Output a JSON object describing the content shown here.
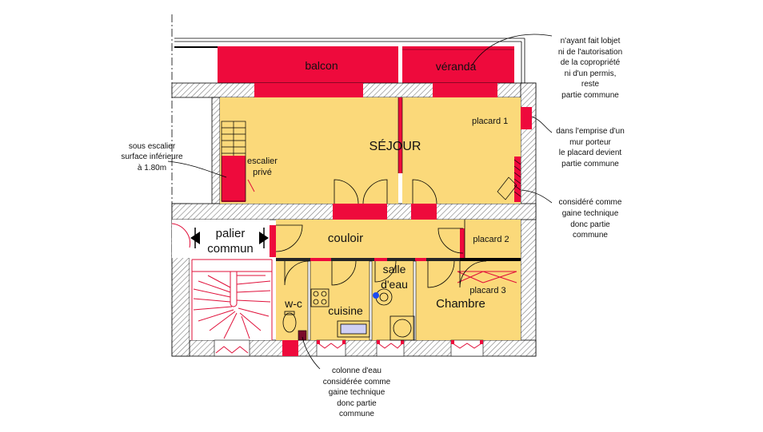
{
  "rooms": {
    "balcon": "balcon",
    "veranda": "véranda",
    "sejour": "SÉJOUR",
    "placard1": "placard 1",
    "placard2": "placard 2",
    "placard3": "placard 3",
    "escalier_line1": "escalier",
    "escalier_line2": "privé",
    "couloir": "couloir",
    "palier_line1": "palier",
    "palier_line2": "commun",
    "salle_line1": "salle",
    "salle_line2": "d'eau",
    "wc": "w-c",
    "cuisine": "cuisine",
    "chambre": "Chambre"
  },
  "notes": {
    "veranda": [
      "n'ayant fait lobjet",
      "ni de l'autorisation",
      "de la copropriété",
      "ni d'un permis,",
      "reste",
      "partie commune"
    ],
    "placard": [
      "dans l'emprise d'un",
      "mur porteur",
      "le placard devient",
      "partie commune"
    ],
    "gaine": [
      "considéré comme",
      "gaine technique",
      "donc partie",
      "commune"
    ],
    "escalier": [
      "sous escalier",
      "surface inférieure",
      "à 1.80m"
    ],
    "colonne": [
      "colonne d'eau",
      "considérée comme",
      "gaine technique",
      "donc partie",
      "commune"
    ]
  },
  "colors": {
    "room_fill": "#fbd97a",
    "common_red": "#ee0a3c",
    "wall_hatch": "#888888"
  }
}
